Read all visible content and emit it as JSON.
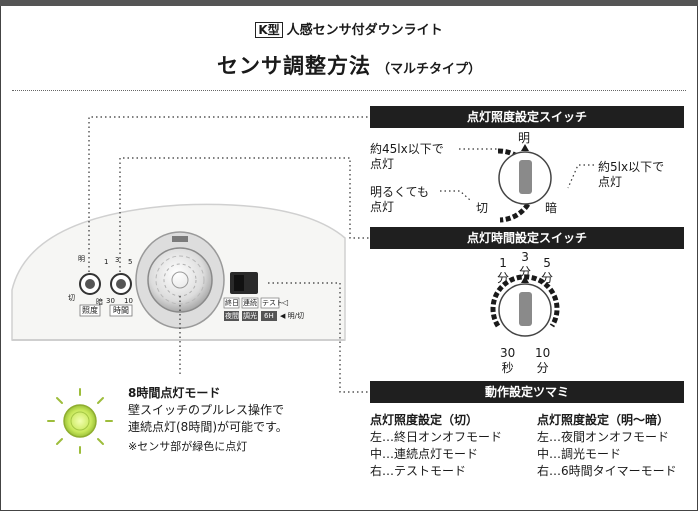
{
  "header": {
    "type_tag": "K型",
    "subtitle": "人感センサ付ダウンライト",
    "title": "センサ調整方法",
    "title_note": "（マルチタイプ）"
  },
  "illuminance_switch": {
    "header": "点灯照度設定スイッチ",
    "label_45lx": "約45lx以下で\n点灯",
    "label_bright": "明るくても\n点灯",
    "label_5lx": "約5lx以下で\n点灯",
    "mark_bright": "明",
    "mark_off": "切",
    "mark_dark": "暗"
  },
  "time_switch": {
    "header": "点灯時間設定スイッチ",
    "label_1min": "1\n分",
    "label_3min": "3\n分",
    "label_5min": "5\n分",
    "label_30sec": "30\n秒",
    "label_10min": "10\n分"
  },
  "mode_knob": {
    "header": "動作設定ツマミ",
    "col1": {
      "heading": "点灯照度設定（切）",
      "items": [
        "左…終日オンオフモード",
        "中…連続点灯モード",
        "右…テストモード"
      ]
    },
    "col2": {
      "heading": "点灯照度設定（明～暗）",
      "items": [
        "左…夜間オンオフモード",
        "中…調光モード",
        "右…6時間タイマーモード"
      ]
    }
  },
  "eight_hour": {
    "title": "8時間点灯モード",
    "line1": "壁スイッチのプルレス操作で",
    "line2": "連続点灯(8時間)が可能です。",
    "note": "※センサ部が緑色に点灯"
  },
  "device": {
    "mode_labels": [
      "終日",
      "連続",
      "テスト"
    ],
    "mode_labels2": [
      "夜間",
      "調光",
      "6H"
    ],
    "dial1_label": "照度",
    "dial2_label": "時間",
    "dial1_off": "切",
    "dial1_dark": "暗",
    "dial2_top": "3",
    "dial2_left": "1",
    "dial2_right": "5",
    "dial2_bl": "30",
    "dial2_br": "10",
    "side_mark1": "◁",
    "side_mark2": "◀ 明/切",
    "dial1_top": "明"
  },
  "colors": {
    "header_bg": "#1f1f1f",
    "led_green": "#c8e85a",
    "knob_red": "#c0392b"
  }
}
